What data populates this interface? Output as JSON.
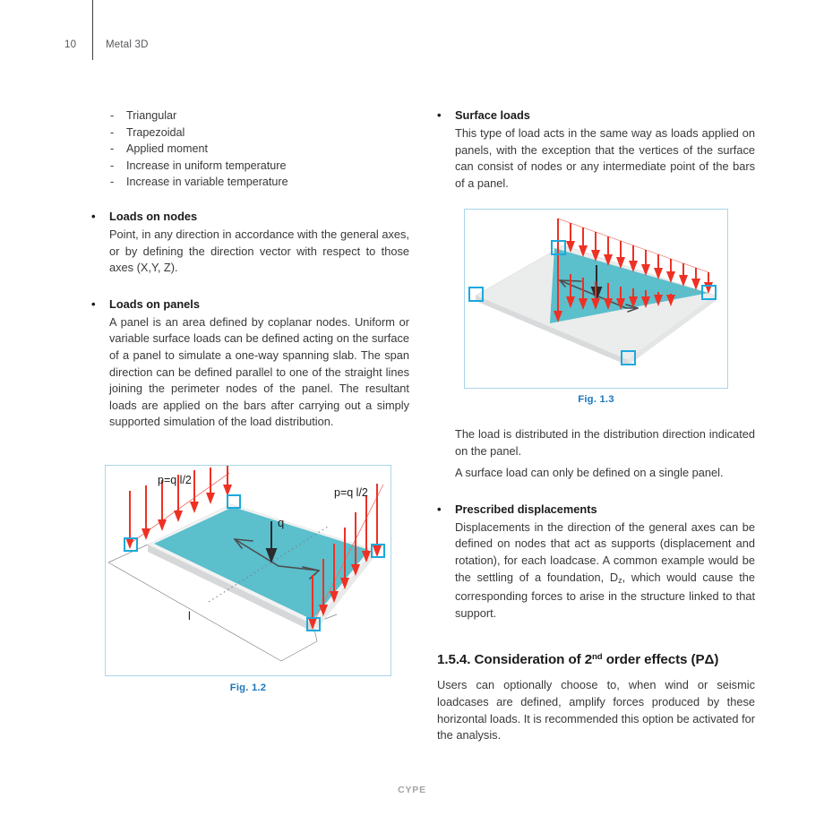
{
  "header": {
    "page_number": "10",
    "doc_title": "Metal 3D"
  },
  "left_column": {
    "load_type_list": [
      "Triangular",
      "Trapezoidal",
      "Applied moment",
      "Increase in uniform temperature",
      "Increase in variable temperature"
    ],
    "dash_marker": "-",
    "bullet_marker": "•",
    "sections": [
      {
        "heading": "Loads on nodes",
        "body": "Point, in any direction in accordance with the general axes, or by defining the direction vector with respect to those axes (X,Y, Z)."
      },
      {
        "heading": "Loads on panels",
        "body": "A panel is an area defined by coplanar nodes. Uniform or variable surface loads can be defined acting on the surface of a panel to simulate a one-way spanning slab. The span direction can be defined parallel to one of the straight lines joining the perimeter nodes of the panel. The resultant loads are applied on the bars after carrying out a simply supported simulation of the load distribution."
      }
    ]
  },
  "right_column": {
    "bullet_marker": "•",
    "sections": [
      {
        "heading": "Surface loads",
        "body": "This type of load acts in the same way as loads applied on panels, with the exception that the vertices of the surface can consist of nodes or any intermediate point of the bars of a panel."
      }
    ],
    "after_fig_paragraphs": [
      "The load is distributed in the distribution direction indicated on the panel.",
      "A surface load can only be defined on a single panel."
    ],
    "prescribed": {
      "heading": "Prescribed displacements",
      "body_part1": "Displacements in the direction of the general axes can be defined on nodes that act as supports (displacement and rotation), for each loadcase. A common example would be the settling of a foundation, D",
      "body_subscript": "z",
      "body_part2": ", which would cause the corresponding forces to arise in the structure linked to that support."
    },
    "section_heading": {
      "number_and_text_pre": "1.5.4. Consideration of 2",
      "superscript": "nd",
      "text_post": " order effects (PΔ)"
    },
    "section_body": "Users can optionally choose to, when wind or seismic loadcases are defined, amplify forces produced by these horizontal loads. It is recommended this option be activated for the analysis."
  },
  "figures": {
    "fig_1_2": {
      "caption": "Fig. 1.2",
      "labels": {
        "load_left": "p=q l/2",
        "load_right": "p=q l/2",
        "point_load": "q",
        "span_length": "l"
      },
      "colors": {
        "panel_fill": "#5bbfcc",
        "slab_fill": "#e3e3e3",
        "arrow": "#ee3124",
        "node_marker": "#1ba9dd",
        "frame": "#a9d6e9",
        "caption": "#1b75bb"
      }
    },
    "fig_1_3": {
      "caption": "Fig. 1.3",
      "colors": {
        "surface_fill": "#5bbfcc",
        "slab_fill": "#e5e7e8",
        "arrow": "#ee3124",
        "node_marker": "#1ba9dd",
        "frame": "#a9d6e9",
        "caption": "#1b75bb"
      }
    }
  },
  "footer": {
    "brand": "CYPE"
  }
}
